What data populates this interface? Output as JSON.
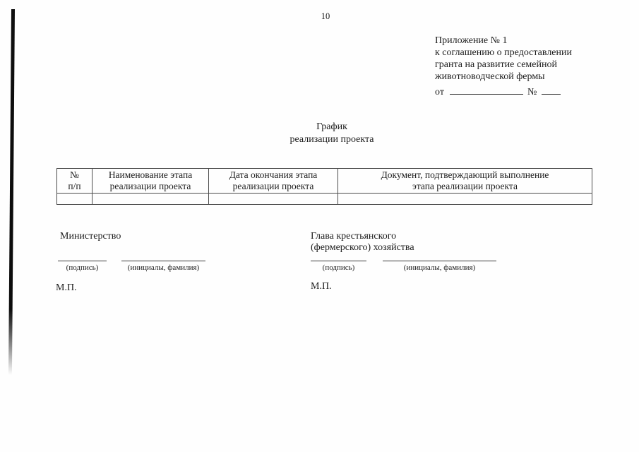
{
  "page": {
    "number": "10"
  },
  "annex": {
    "header_lines": "Приложение № 1\nк соглашению о предоставлении\nгранта на развитие семейной\nживотноводческой фермы",
    "from_prefix": "от",
    "number_sign": "№"
  },
  "title": {
    "line1": "График",
    "line2": "реализации проекта"
  },
  "table": {
    "headers": [
      "№\nп/п",
      "Наименование этапа\nреализации проекта",
      "Дата окончания этапа\nреализации проекта",
      "Документ, подтверждающий выполнение\nэтапа реализации проекта"
    ],
    "rows": [
      [
        "",
        "",
        "",
        ""
      ]
    ]
  },
  "signatures": {
    "left": {
      "party": "Министерство",
      "sign_label": "(подпись)",
      "name_label": "(инициалы, фамилия)",
      "seal": "М.П."
    },
    "right": {
      "party": "Глава крестьянского\n(фермерского) хозяйства",
      "sign_label": "(подпись)",
      "name_label": "(инициалы, фамилия)",
      "seal": "М.П."
    }
  }
}
